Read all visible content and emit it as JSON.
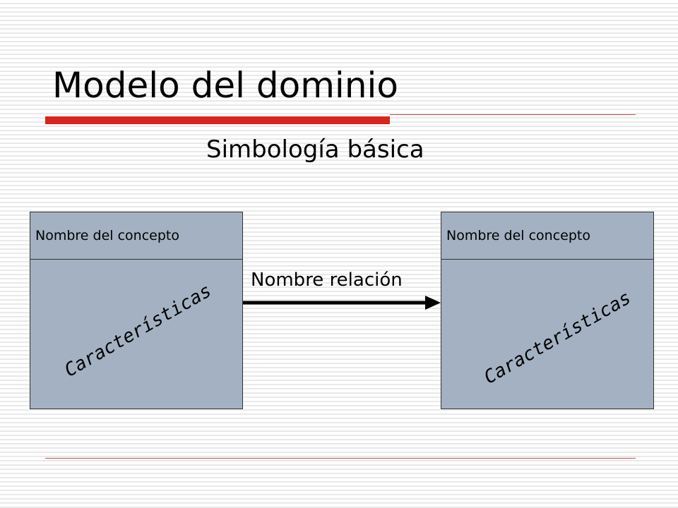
{
  "title": "Modelo del dominio",
  "subtitle": "Simbología básica",
  "relation": {
    "label": "Nombre relación"
  },
  "concepts": [
    {
      "name": "Nombre del concepto",
      "features": "Características"
    },
    {
      "name": "Nombre del concepto",
      "features": "Características"
    }
  ],
  "colors": {
    "accent": "#d9251d",
    "box_fill": "#a3b1c2",
    "rule": "#c0504d"
  }
}
